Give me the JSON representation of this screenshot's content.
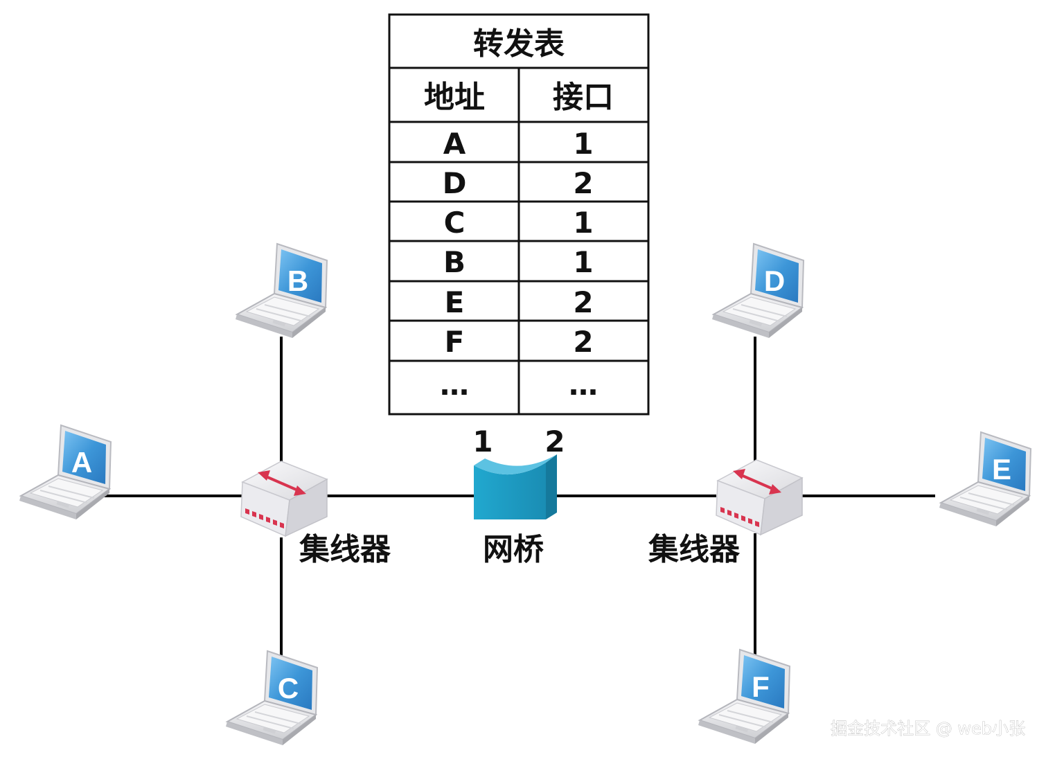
{
  "forwarding_table": {
    "title": "转发表",
    "headers": [
      "地址",
      "接口"
    ],
    "rows": [
      [
        "A",
        "1"
      ],
      [
        "D",
        "2"
      ],
      [
        "C",
        "1"
      ],
      [
        "B",
        "1"
      ],
      [
        "E",
        "2"
      ],
      [
        "F",
        "2"
      ],
      [
        "…",
        "…"
      ]
    ]
  },
  "bridge": {
    "label": "网桥",
    "port_1": "1",
    "port_2": "2"
  },
  "hubs": {
    "left_label": "集线器",
    "right_label": "集线器"
  },
  "laptops": {
    "A": "A",
    "B": "B",
    "C": "C",
    "D": "D",
    "E": "E",
    "F": "F"
  },
  "colors": {
    "line": "#000000",
    "screen_blue": "#3d96d8",
    "bridge_blue": "#1e9fc4",
    "hub_arrow": "#d8344f",
    "hub_body": "#ececf0"
  },
  "watermark": "掘金技术社区 @ web小张"
}
